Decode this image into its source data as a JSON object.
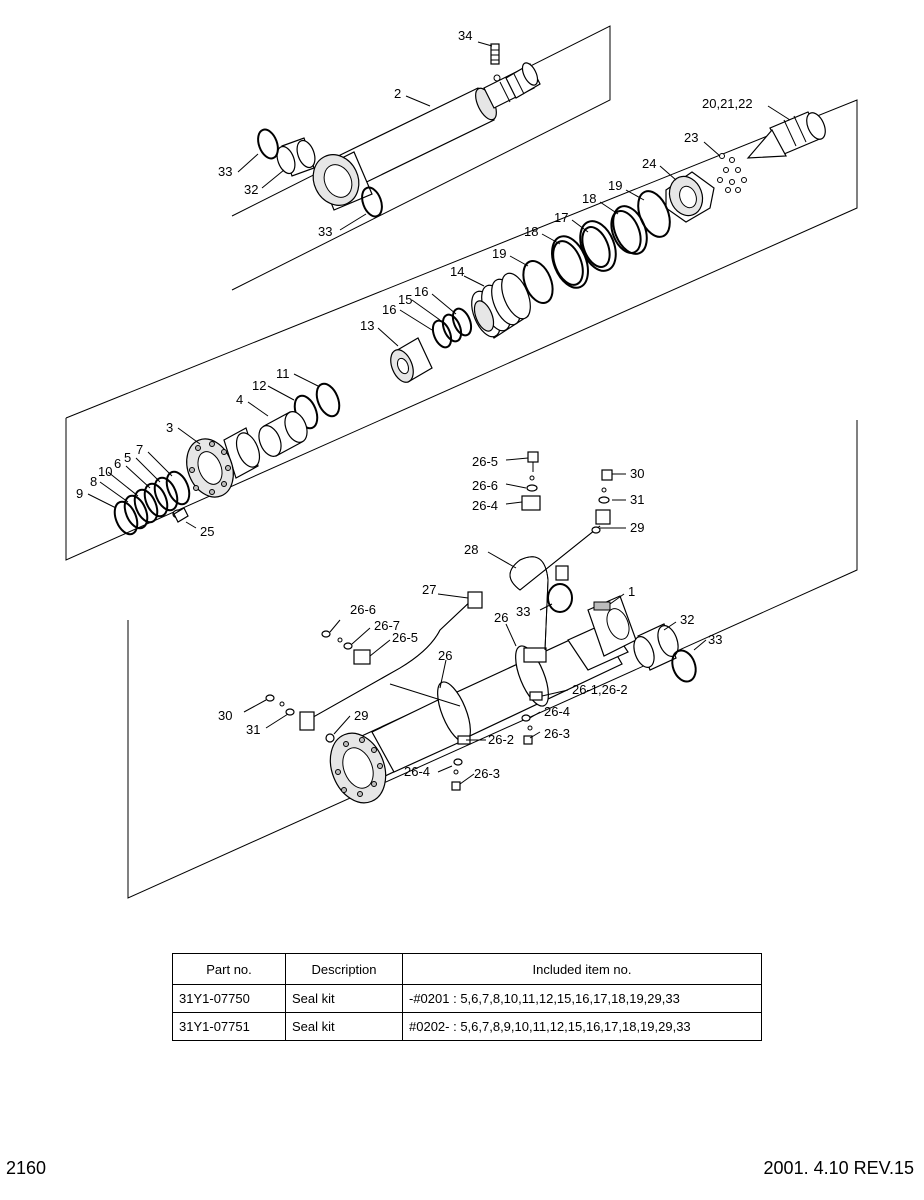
{
  "callouts": {
    "c34": "34",
    "c2": "2",
    "c33a": "33",
    "c32a": "32",
    "c33b": "33",
    "c20": "20,21,22",
    "c23": "23",
    "c24": "24",
    "c19a": "19",
    "c18a": "18",
    "c17": "17",
    "c18b": "18",
    "c19b": "19",
    "c14": "14",
    "c16a": "16",
    "c15": "15",
    "c16b": "16",
    "c13": "13",
    "c11": "11",
    "c12": "12",
    "c4": "4",
    "c3": "3",
    "c7": "7",
    "c5": "5",
    "c6": "6",
    "c10": "10",
    "c8": "8",
    "c9": "9",
    "c25": "25",
    "c26_5a": "26-5",
    "c26_6a": "26-6",
    "c26_4a": "26-4",
    "c30a": "30",
    "c31a": "31",
    "c29a": "29",
    "c28": "28",
    "c27": "27",
    "c1": "1",
    "c33c": "33",
    "c26a": "26",
    "c32b": "32",
    "c33d": "33",
    "c26_6b": "26-6",
    "c26_7": "26-7",
    "c26_5b": "26-5",
    "c26b": "26",
    "c26_12": "26-1,26-2",
    "c26_4b": "26-4",
    "c26_3a": "26-3",
    "c30b": "30",
    "c31b": "31",
    "c29b": "29",
    "c26_2": "26-2",
    "c26_4c": "26-4",
    "c26_3b": "26-3"
  },
  "table": {
    "headers": [
      "Part no.",
      "Description",
      "Included item no."
    ],
    "rows": [
      [
        "31Y1-07750",
        "Seal kit",
        "-#0201 : 5,6,7,8,10,11,12,15,16,17,18,19,29,33"
      ],
      [
        "31Y1-07751",
        "Seal kit",
        "#0202- : 5,6,7,8,9,10,11,12,15,16,17,18,19,29,33"
      ]
    ]
  },
  "footer": {
    "page_number": "2160",
    "revision": "2001. 4.10 REV.15"
  }
}
